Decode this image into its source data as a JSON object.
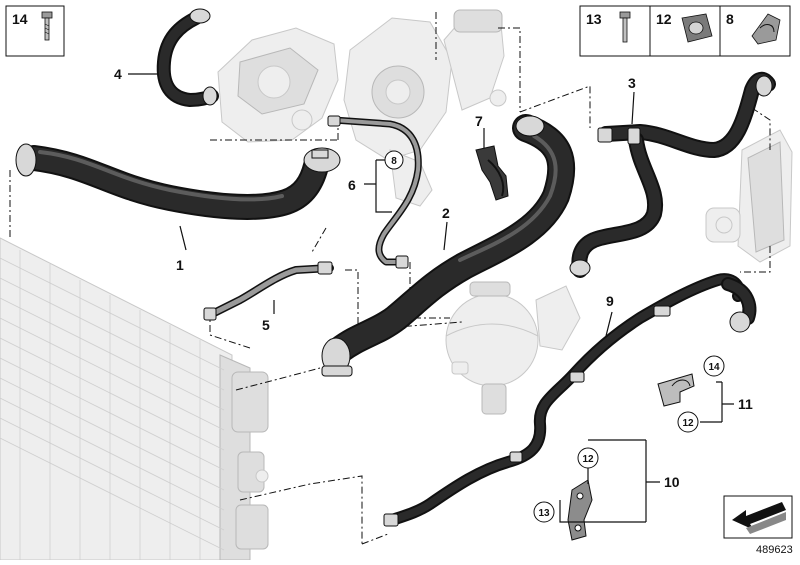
{
  "diagram": {
    "reference_number": "489623",
    "legend_box_left": {
      "number": "14",
      "icon": "bolt-icon"
    },
    "legend_box_right": [
      {
        "number": "13",
        "icon": "bolt-icon"
      },
      {
        "number": "12",
        "icon": "clip-nut-icon"
      },
      {
        "number": "8",
        "icon": "spring-clip-icon"
      }
    ],
    "callouts": {
      "p1": "1",
      "p2": "2",
      "p3": "3",
      "p4": "4",
      "p5": "5",
      "p6": "6",
      "p7": "7",
      "p8": "8",
      "p9": "9",
      "p10": "10",
      "p11": "11",
      "c8": "8",
      "c14": "14",
      "c12a": "12",
      "c12b": "12",
      "c13": "13"
    }
  }
}
